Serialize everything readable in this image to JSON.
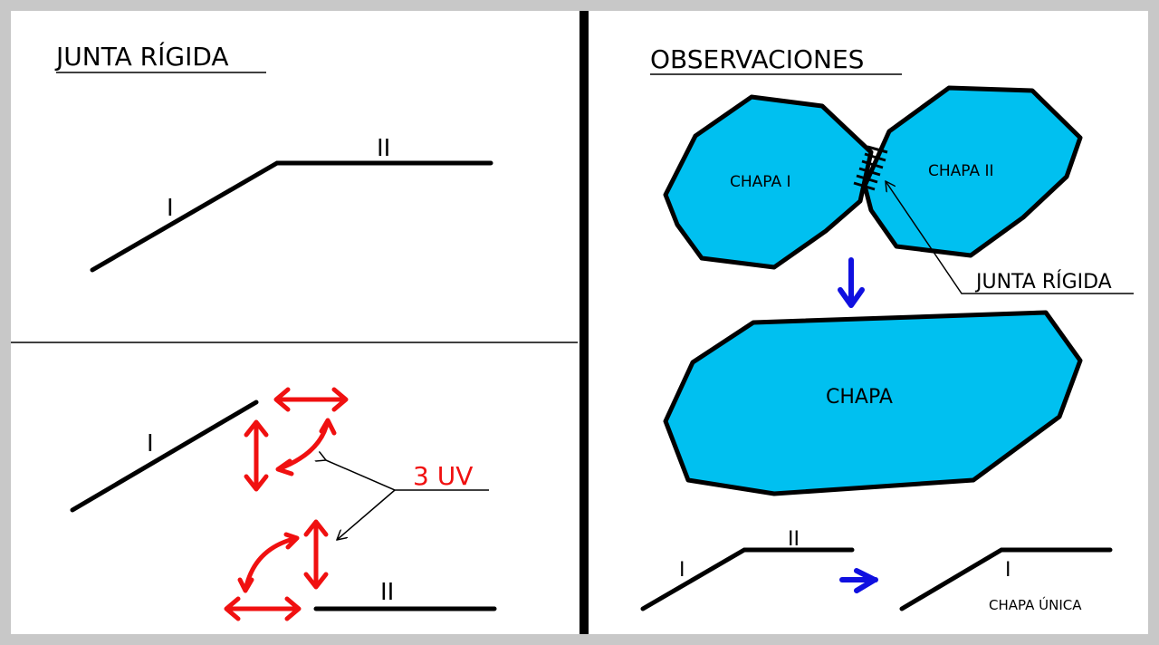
{
  "left_top": {
    "title": "JUNTA RÍGIDA",
    "label_i": "I",
    "label_ii": "II"
  },
  "left_bottom": {
    "label_i": "I",
    "label_ii": "II",
    "uv_label": "3 UV"
  },
  "right": {
    "title": "OBSERVACIONES",
    "chapa_i": "CHAPA I",
    "chapa_ii": "CHAPA II",
    "joint_label": "JUNTA RÍGIDA",
    "chapa": "CHAPA",
    "bottom_label_i": "I",
    "bottom_label_ii": "II",
    "result_label_i": "I",
    "result_caption": "CHAPA ÚNICA"
  },
  "colors": {
    "plate_fill": "#00c0f0",
    "red_arrows": "#f01010",
    "blue_arrows": "#1010e0",
    "frame": "#c8c8c8"
  }
}
